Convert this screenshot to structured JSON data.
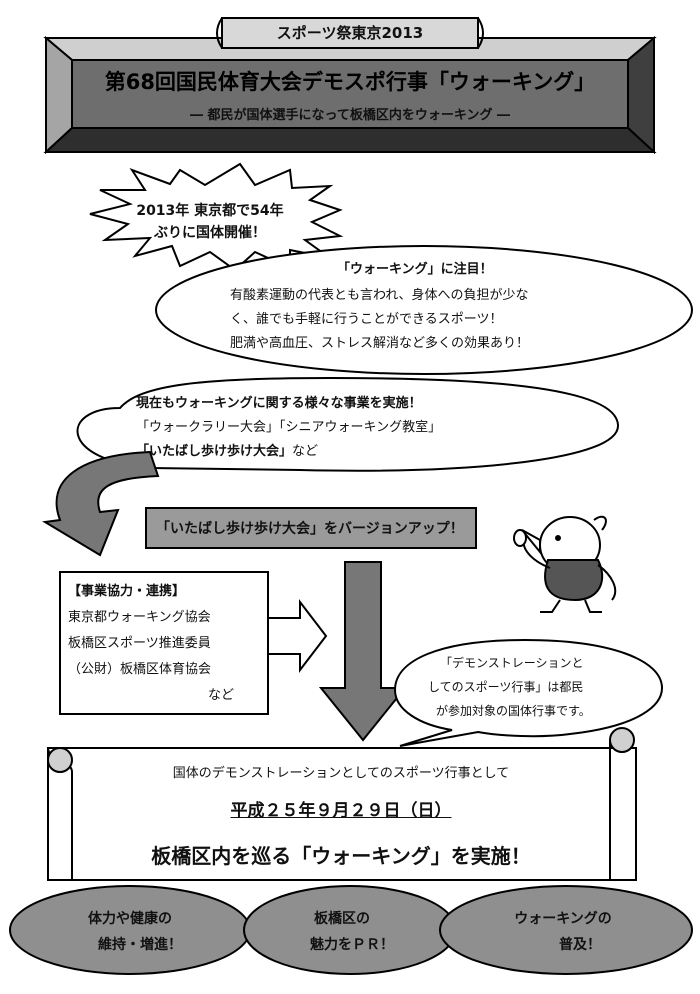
{
  "header": {
    "tag": "スポーツ祭東京2013",
    "title": "第68回国民体育大会デモスポ行事「ウォーキング」",
    "subtitle": "― 都民が国体選手になって板橋区内をウォーキング ―"
  },
  "burst": {
    "line1": "2013年 東京都で54年",
    "line2": "ぶりに国体開催！"
  },
  "walking_bubble": {
    "title": "「ウォーキング」に注目！",
    "line1": "有酸素運動の代表とも言われ、身体への負担が少な",
    "line2": "く、誰でも手軽に行うことができるスポーツ！",
    "line3": "肥満や高血圧、ストレス解消など多くの効果あり！"
  },
  "current_bubble": {
    "title": "現在もウォーキングに関する様々な事業を実施！",
    "line1": "「ウォークラリー大会」「シニアウォーキング教室」",
    "line2_bold": "「いたばし歩け歩け大会」",
    "line2_tail": "など"
  },
  "upgrade_box": {
    "bold": "「いたばし歩け歩け大会」",
    "tail": "をバージョンアップ！"
  },
  "cooperation_box": {
    "title": "【事業協力・連携】",
    "items": [
      "東京都ウォーキング協会",
      "板橋区スポーツ推進委員",
      "（公財）板橋区体育協会",
      "など"
    ]
  },
  "demo_bubble": {
    "line1": "「デモンストレーションと",
    "line2": "してのスポーツ行事」は都民",
    "line3": "が参加対象の国体行事です。"
  },
  "scroll": {
    "line1": "国体のデモンストレーションとしてのスポーツ行事として",
    "date": "平成２５年９月２９日（日）",
    "main": "板橋区内を巡る「ウォーキング」を実施！"
  },
  "ovals": [
    {
      "line1": "体力や健康の",
      "line2": "維持・増進！"
    },
    {
      "line1": "板橋区の",
      "line2": "魅力をＰＲ！"
    },
    {
      "line1": "ウォーキングの",
      "line2": "普及！"
    }
  ],
  "colors": {
    "header_fill": "#6e6e6e",
    "box_fill": "#9a9a9a",
    "arrow_fill": "#777777",
    "oval_fill": "#8f8f8f"
  }
}
